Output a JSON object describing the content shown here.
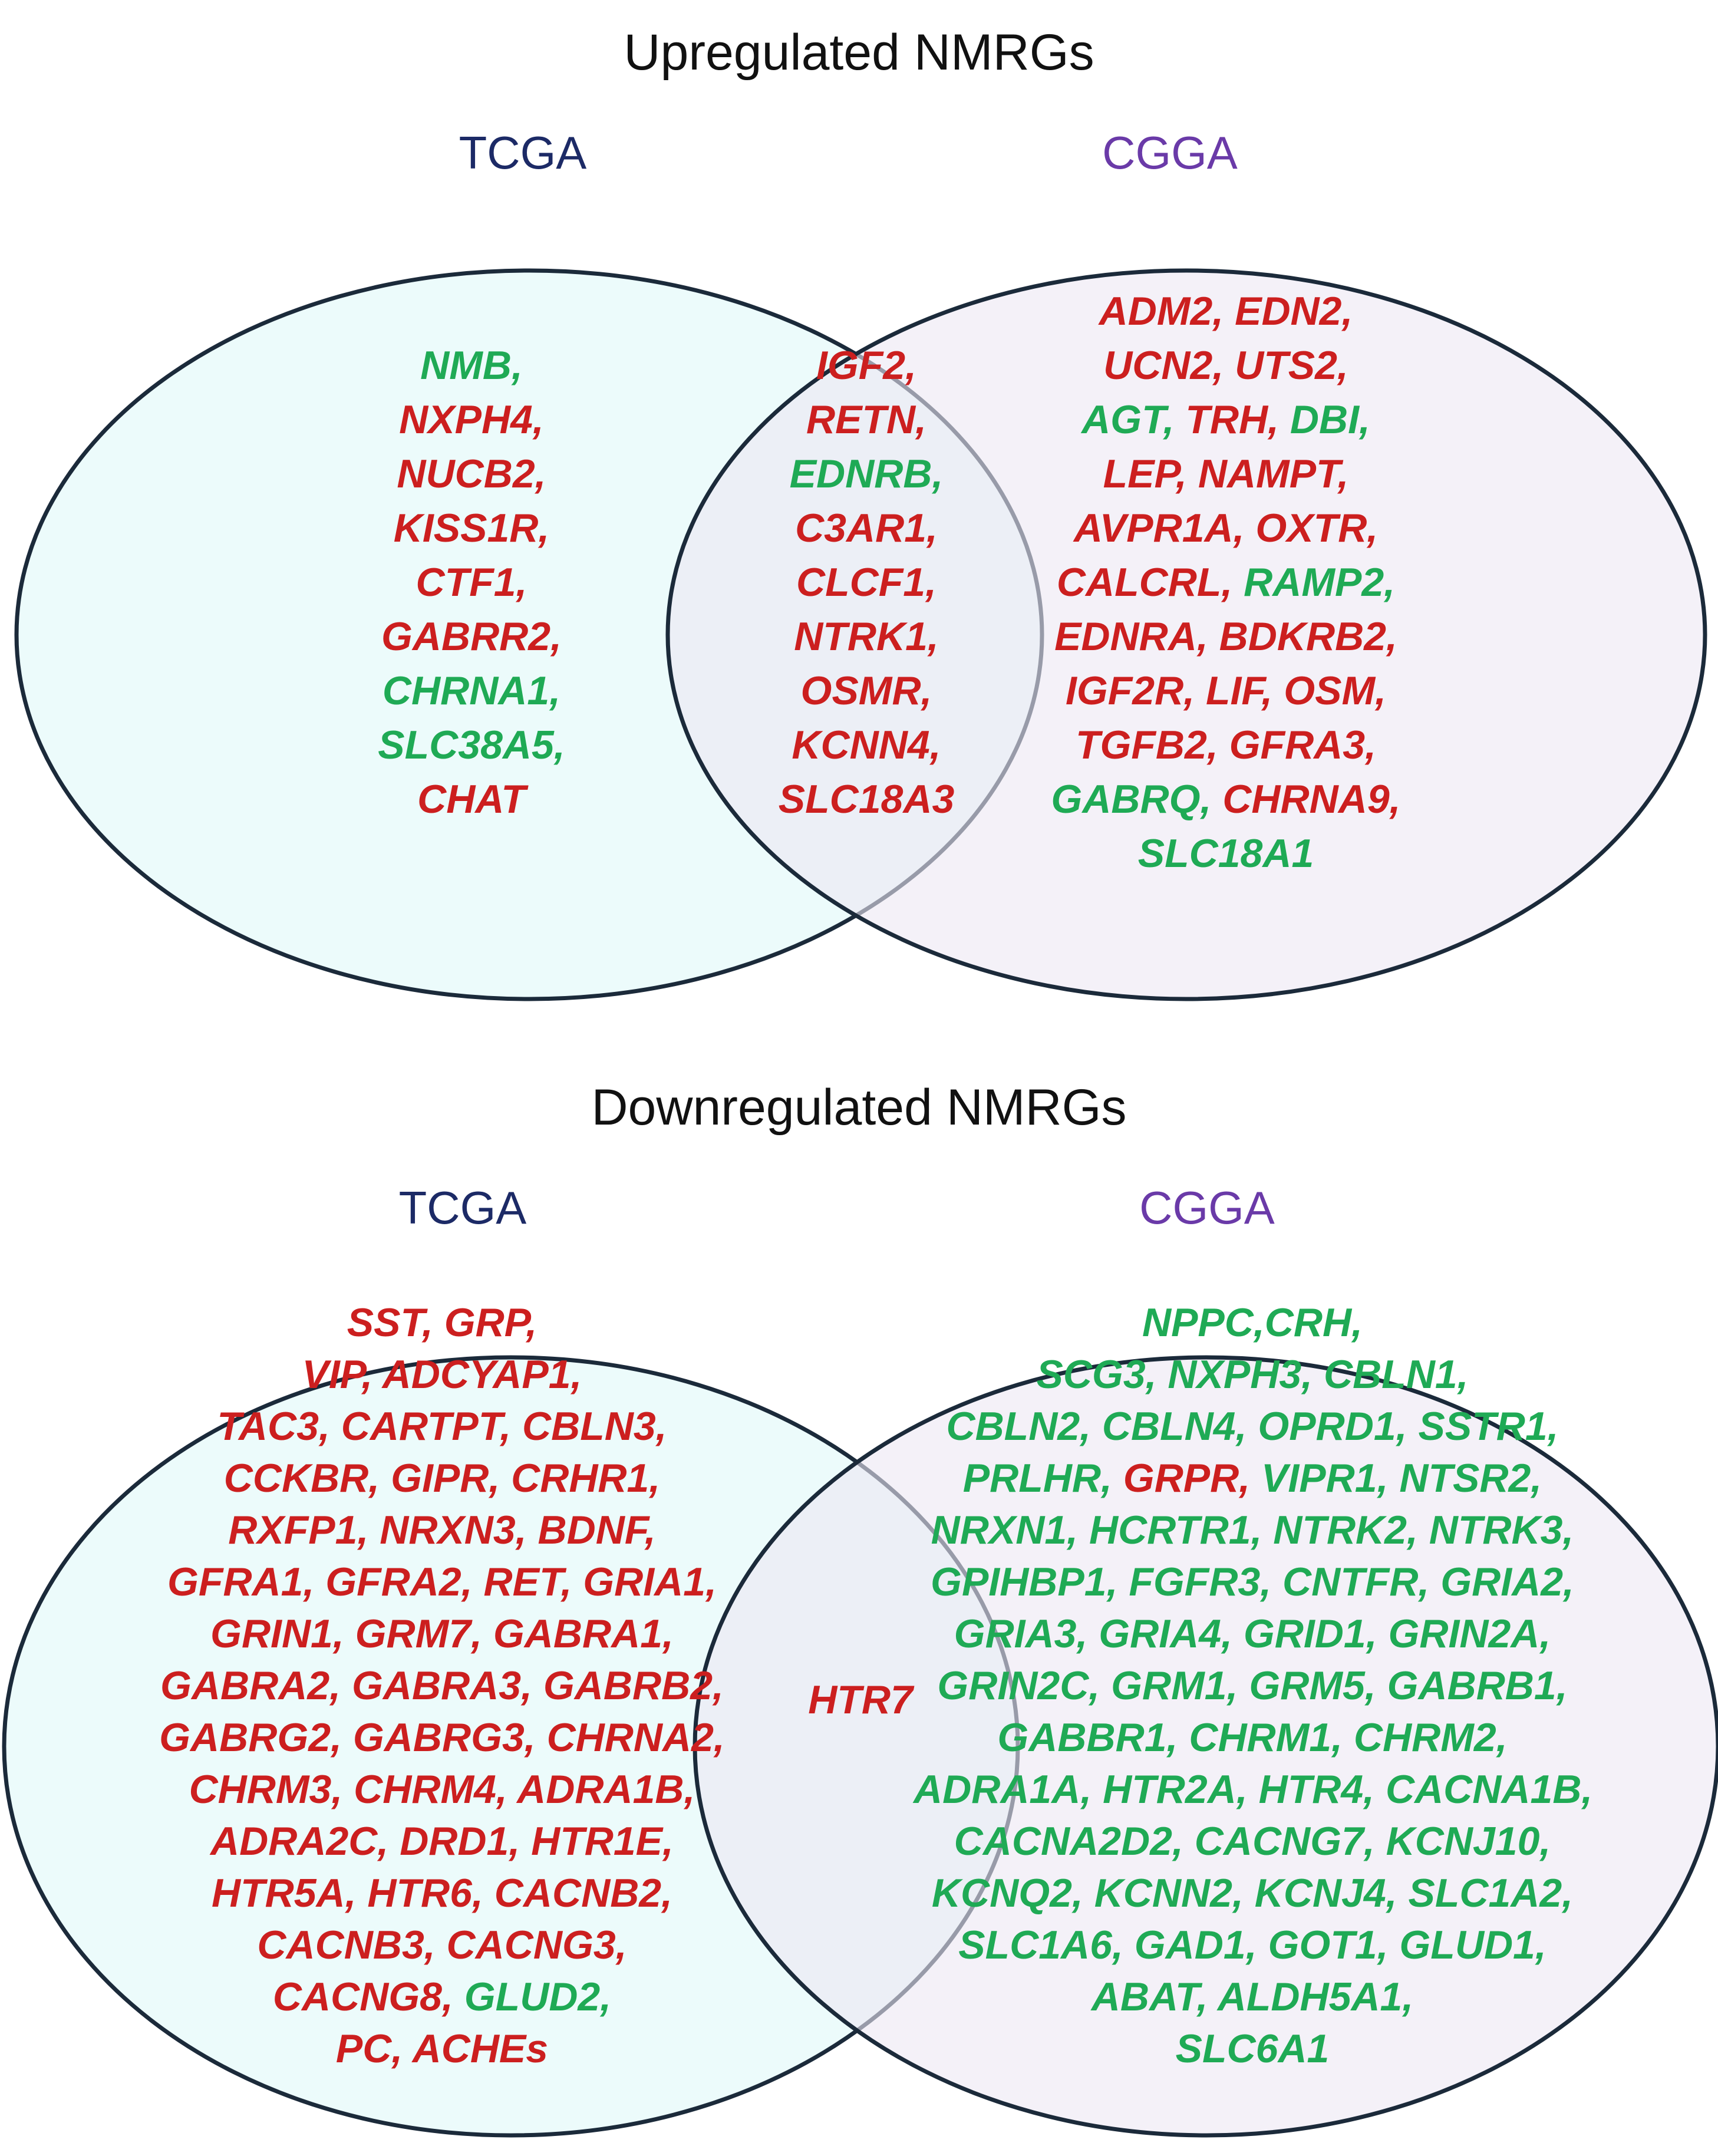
{
  "colors": {
    "red": "#cc1f1f",
    "green": "#1faa55",
    "tcga_label": "#1c2a66",
    "cgga_label": "#6a3aa8",
    "tcga_fill": "#ecfbfb",
    "cgga_fill": "#ece8f4",
    "outline": "#1b2a3a"
  },
  "upregulated": {
    "title": "Upregulated NMRGs",
    "label_left": "TCGA",
    "label_right": "CGGA",
    "left_only": [
      [
        [
          "NMB,",
          "green"
        ]
      ],
      [
        [
          "NXPH4,",
          "red"
        ]
      ],
      [
        [
          "NUCB2,",
          "red"
        ]
      ],
      [
        [
          "KISS1R,",
          "red"
        ]
      ],
      [
        [
          "CTF1,",
          "red"
        ]
      ],
      [
        [
          "GABRR2,",
          "red"
        ]
      ],
      [
        [
          "CHRNA1,",
          "green"
        ]
      ],
      [
        [
          "SLC38A5,",
          "green"
        ]
      ],
      [
        [
          "CHAT",
          "red"
        ]
      ]
    ],
    "intersection": [
      [
        [
          "IGF2,",
          "red"
        ]
      ],
      [
        [
          "RETN,",
          "red"
        ]
      ],
      [
        [
          "EDNRB,",
          "green"
        ]
      ],
      [
        [
          "C3AR1,",
          "red"
        ]
      ],
      [
        [
          "CLCF1,",
          "red"
        ]
      ],
      [
        [
          "NTRK1,",
          "red"
        ]
      ],
      [
        [
          "OSMR,",
          "red"
        ]
      ],
      [
        [
          "KCNN4,",
          "red"
        ]
      ],
      [
        [
          "SLC18A3",
          "red"
        ]
      ]
    ],
    "right_only": [
      [
        [
          "ADM2, EDN2,",
          "red"
        ]
      ],
      [
        [
          "UCN2, UTS2,",
          "red"
        ]
      ],
      [
        [
          "AGT,",
          "green"
        ],
        [
          " TRH,",
          "red"
        ],
        [
          " DBI,",
          "green"
        ]
      ],
      [
        [
          "LEP, NAMPT,",
          "red"
        ]
      ],
      [
        [
          "AVPR1A, OXTR,",
          "red"
        ]
      ],
      [
        [
          "CALCRL,",
          "red"
        ],
        [
          " RAMP2,",
          "green"
        ]
      ],
      [
        [
          "EDNRA, BDKRB2,",
          "red"
        ]
      ],
      [
        [
          "IGF2R, LIF, OSM,",
          "red"
        ]
      ],
      [
        [
          "TGFB2, GFRA3,",
          "red"
        ]
      ],
      [
        [
          "GABRQ,",
          "green"
        ],
        [
          " CHRNA9,",
          "red"
        ]
      ],
      [
        [
          "SLC18A1",
          "green"
        ]
      ]
    ]
  },
  "downregulated": {
    "title": "Downregulated NMRGs",
    "label_left": "TCGA",
    "label_right": "CGGA",
    "left_only": [
      [
        [
          "SST, GRP,",
          "red"
        ]
      ],
      [
        [
          "VIP, ADCYAP1,",
          "red"
        ]
      ],
      [
        [
          "TAC3, CARTPT, CBLN3,",
          "red"
        ]
      ],
      [
        [
          "CCKBR, GIPR, CRHR1,",
          "red"
        ]
      ],
      [
        [
          "RXFP1, NRXN3, BDNF,",
          "red"
        ]
      ],
      [
        [
          "GFRA1, GFRA2, RET, GRIA1,",
          "red"
        ]
      ],
      [
        [
          "GRIN1, GRM7, GABRA1,",
          "red"
        ]
      ],
      [
        [
          "GABRA2, GABRA3, GABRB2,",
          "red"
        ]
      ],
      [
        [
          "GABRG2, GABRG3, CHRNA2,",
          "red"
        ]
      ],
      [
        [
          "CHRM3, CHRM4, ADRA1B,",
          "red"
        ]
      ],
      [
        [
          "ADRA2C, DRD1, HTR1E,",
          "red"
        ]
      ],
      [
        [
          "HTR5A, HTR6, CACNB2,",
          "red"
        ]
      ],
      [
        [
          "CACNB3, CACNG3,",
          "red"
        ]
      ],
      [
        [
          "CACNG8,",
          "red"
        ],
        [
          " GLUD2,",
          "green"
        ]
      ],
      [
        [
          "PC, ACHEs",
          "red"
        ]
      ]
    ],
    "intersection": [
      [
        [
          "HTR7",
          "red"
        ]
      ]
    ],
    "right_only": [
      [
        [
          "NPPC,CRH,",
          "green"
        ]
      ],
      [
        [
          "SCG3, NXPH3, CBLN1,",
          "green"
        ]
      ],
      [
        [
          "CBLN2, CBLN4, OPRD1, SSTR1,",
          "green"
        ]
      ],
      [
        [
          "PRLHR,",
          "green"
        ],
        [
          " GRPR,",
          "red"
        ],
        [
          " VIPR1, NTSR2,",
          "green"
        ]
      ],
      [
        [
          "NRXN1, HCRTR1, NTRK2, NTRK3,",
          "green"
        ]
      ],
      [
        [
          "GPIHBP1, FGFR3, CNTFR, GRIA2,",
          "green"
        ]
      ],
      [
        [
          "GRIA3, GRIA4, GRID1, GRIN2A,",
          "green"
        ]
      ],
      [
        [
          "GRIN2C, GRM1, GRM5, GABRB1,",
          "green"
        ]
      ],
      [
        [
          "GABBR1, CHRM1, CHRM2,",
          "green"
        ]
      ],
      [
        [
          "ADRA1A, HTR2A, HTR4, CACNA1B,",
          "green"
        ]
      ],
      [
        [
          "CACNA2D2, CACNG7, KCNJ10,",
          "green"
        ]
      ],
      [
        [
          "KCNQ2, KCNN2, KCNJ4, SLC1A2,",
          "green"
        ]
      ],
      [
        [
          "SLC1A6, GAD1, GOT1, GLUD1,",
          "green"
        ]
      ],
      [
        [
          "ABAT, ALDH5A1,",
          "green"
        ]
      ],
      [
        [
          "SLC6A1",
          "green"
        ]
      ]
    ]
  }
}
